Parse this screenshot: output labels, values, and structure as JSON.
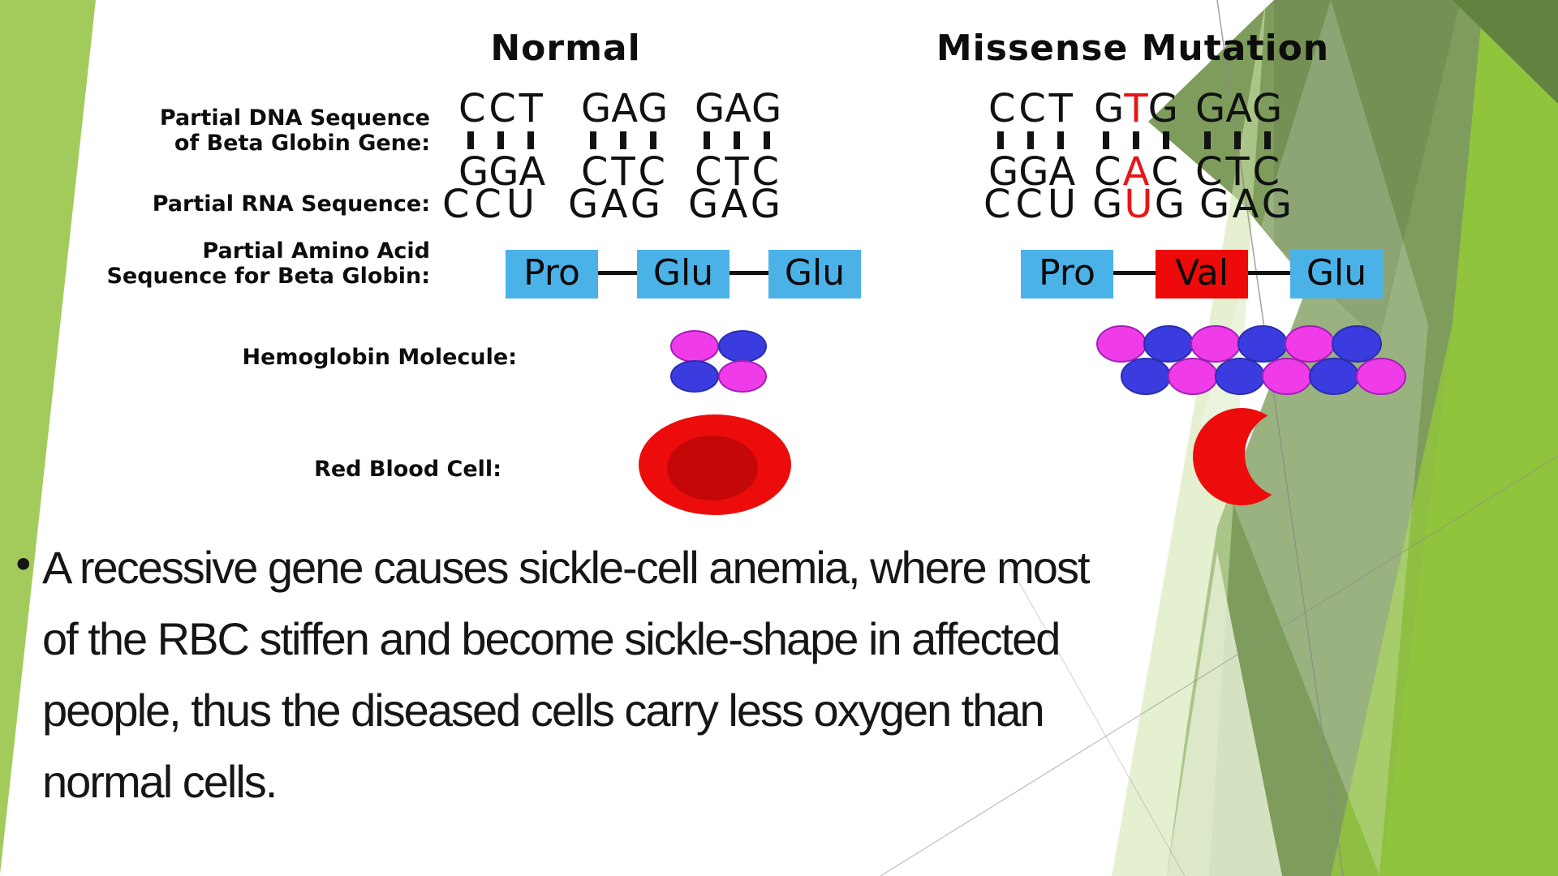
{
  "columns": {
    "normal_header": "Normal",
    "mutation_header": "Missense Mutation"
  },
  "row_labels": {
    "dna_line1": "Partial DNA Sequence",
    "dna_line2": "of Beta Globin Gene:",
    "rna": "Partial RNA Sequence:",
    "amino_line1": "Partial Amino Acid",
    "amino_line2": "Sequence for Beta Globin:",
    "hemoglobin": "Hemoglobin Molecule:",
    "rbc": "Red Blood Cell:"
  },
  "dna": {
    "normal": {
      "top": [
        "CCT",
        "GAG",
        "GAG"
      ],
      "bottom": [
        "GGA",
        "CTC",
        "CTC"
      ],
      "top_red": [
        -1,
        -1,
        -1
      ],
      "bottom_red": [
        -1,
        -1,
        -1
      ]
    },
    "mutation": {
      "top": [
        "CCT",
        "GTG",
        "GAG"
      ],
      "bottom": [
        "GGA",
        "CAC",
        "CTC"
      ],
      "top_red": [
        -1,
        1,
        -1
      ],
      "bottom_red": [
        -1,
        1,
        -1
      ]
    }
  },
  "rna": {
    "normal": {
      "codons": [
        "CCU",
        "GAG",
        "GAG"
      ],
      "red": [
        -1,
        -1,
        -1
      ]
    },
    "mutation": {
      "codons": [
        "CCU",
        "GUG",
        "GAG"
      ],
      "red": [
        -1,
        1,
        -1
      ]
    }
  },
  "amino_acids": {
    "normal": [
      {
        "name": "Pro",
        "box": "blue"
      },
      {
        "name": "Glu",
        "box": "blue"
      },
      {
        "name": "Glu",
        "box": "blue"
      }
    ],
    "mutation": [
      {
        "name": "Pro",
        "box": "blue"
      },
      {
        "name": "Val",
        "box": "red"
      },
      {
        "name": "Glu",
        "box": "blue"
      }
    ]
  },
  "hemoglobin": {
    "normal_cluster": [
      "magenta",
      "blue",
      "blue",
      "magenta"
    ],
    "mutation_chain_top": [
      "magenta",
      "blue",
      "magenta",
      "blue",
      "magenta",
      "blue"
    ],
    "mutation_chain_bottom": [
      "blue",
      "magenta",
      "blue",
      "magenta",
      "blue",
      "magenta"
    ]
  },
  "red_blood_cell": {
    "normal_shape": "round",
    "mutation_shape": "sickle"
  },
  "bullet_text": {
    "bullet": "•",
    "lines": [
      "A recessive gene causes sickle-cell anemia, where most",
      "of the RBC stiffen and become sickle-shape in affected",
      "people, thus the diseased cells carry less oxygen than",
      "normal cells."
    ]
  },
  "colors": {
    "lime_wedge": "#a3cb5c",
    "sage": "#7e9d5c",
    "bright_green": "#90c43d",
    "pale_green": "#cfe3ab",
    "paler_green": "#e4efd3",
    "dark_corner": "#62823f",
    "facet_line": "#8a8a8a",
    "box_blue": "#4bb2e8",
    "box_red": "#ee0a0a",
    "letter_red": "#e81515",
    "magenta": "#f03ce8",
    "royal_blue": "#3a3ce0",
    "rbc_red": "#ed0c0c",
    "rbc_dark": "#c40808"
  }
}
